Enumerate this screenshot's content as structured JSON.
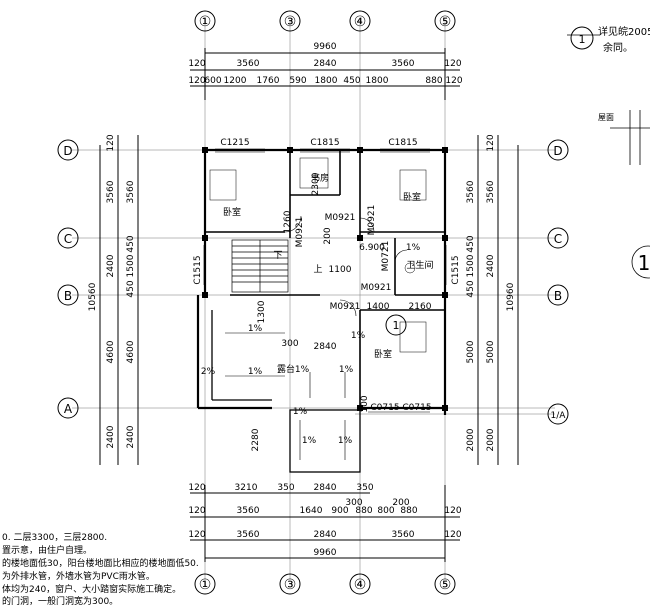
{
  "axes": {
    "cols": [
      "①",
      "③",
      "④",
      "⑤"
    ],
    "rows": [
      "D",
      "C",
      "B",
      "A",
      "1/A"
    ]
  },
  "dims": {
    "top_total": "9960",
    "top_main": [
      "120",
      "3560",
      "2840",
      "3560",
      "120"
    ],
    "top_detail": [
      "120",
      "600",
      "1200",
      "1760",
      "590",
      "1800",
      "450",
      "1800",
      "880",
      "120"
    ],
    "bottom_row1": [
      "120",
      "3210",
      "350",
      "2840",
      "350"
    ],
    "bottom_row2": [
      "120",
      "3560",
      "1640",
      "900",
      "880",
      "800",
      "880",
      "120"
    ],
    "bottom_row2_above": [
      "300",
      "200"
    ],
    "bottom_main": [
      "120",
      "3560",
      "2840",
      "3560",
      "120"
    ],
    "bottom_total": "9960",
    "left_outer": [
      "120",
      "3560",
      "2400",
      "4600",
      "2400"
    ],
    "left_inner": [
      "3560",
      "450",
      "1500",
      "450",
      "4600",
      "2400"
    ],
    "left_total": "10560",
    "right_outer": [
      "120",
      "3560",
      "2400",
      "5000",
      "2000"
    ],
    "right_inner": [
      "3560",
      "450",
      "1500",
      "450",
      "5000",
      "2000"
    ],
    "right_total": "10960"
  },
  "windows": [
    "C1215",
    "C1815",
    "C1815",
    "C1515",
    "C1515",
    "C0715",
    "C0715"
  ],
  "doors": [
    "M0921",
    "M0921",
    "M0921",
    "M0921",
    "M0721"
  ],
  "rooms": {
    "bedroom": "卧室",
    "study": "书房",
    "bathroom": "卫生间",
    "terrace": "露台",
    "down": "下",
    "up": "上"
  },
  "slopes": [
    "1%",
    "1%",
    "1%",
    "1%",
    "1%",
    "1%",
    "1%",
    "1%",
    "1%",
    "2%"
  ],
  "misc_dims": [
    "2300",
    "1260",
    "1100",
    "200",
    "1300",
    "300",
    "2840",
    "1400",
    "2160",
    "2280",
    "100"
  ],
  "elevation": "6.900",
  "detail_mark": "1",
  "legend": {
    "title": "详见皖2005",
    "subtitle": "余同。",
    "label": "屋面"
  },
  "notes": [
    "0. 二层3300，三层2800.",
    "置示意，由住户自理。",
    "的楼地面低30，阳台楼地面比相应的楼地面低50.",
    "为外排水管，外墙水管为PVC雨水管。",
    "体均为240，窗户、大小踏窗实际施工确定。",
    "的门洞，一般门洞宽为300。",
    "......"
  ]
}
